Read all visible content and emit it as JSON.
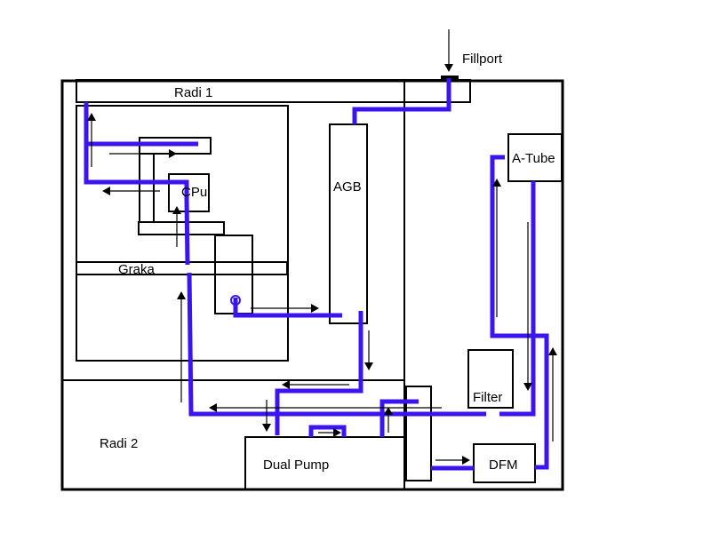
{
  "labels": {
    "fillport": "Fillport",
    "radi1": "Radi 1",
    "cpu": "CPu",
    "agb": "AGB",
    "atube": "A-Tube",
    "graka": "Graka",
    "filter": "Filter",
    "radi2": "Radi 2",
    "dual_pump": "Dual Pump",
    "dfm": "DFM"
  },
  "colors": {
    "tubing": "#3b14f0",
    "outline": "#000000",
    "background": "#ffffff"
  }
}
